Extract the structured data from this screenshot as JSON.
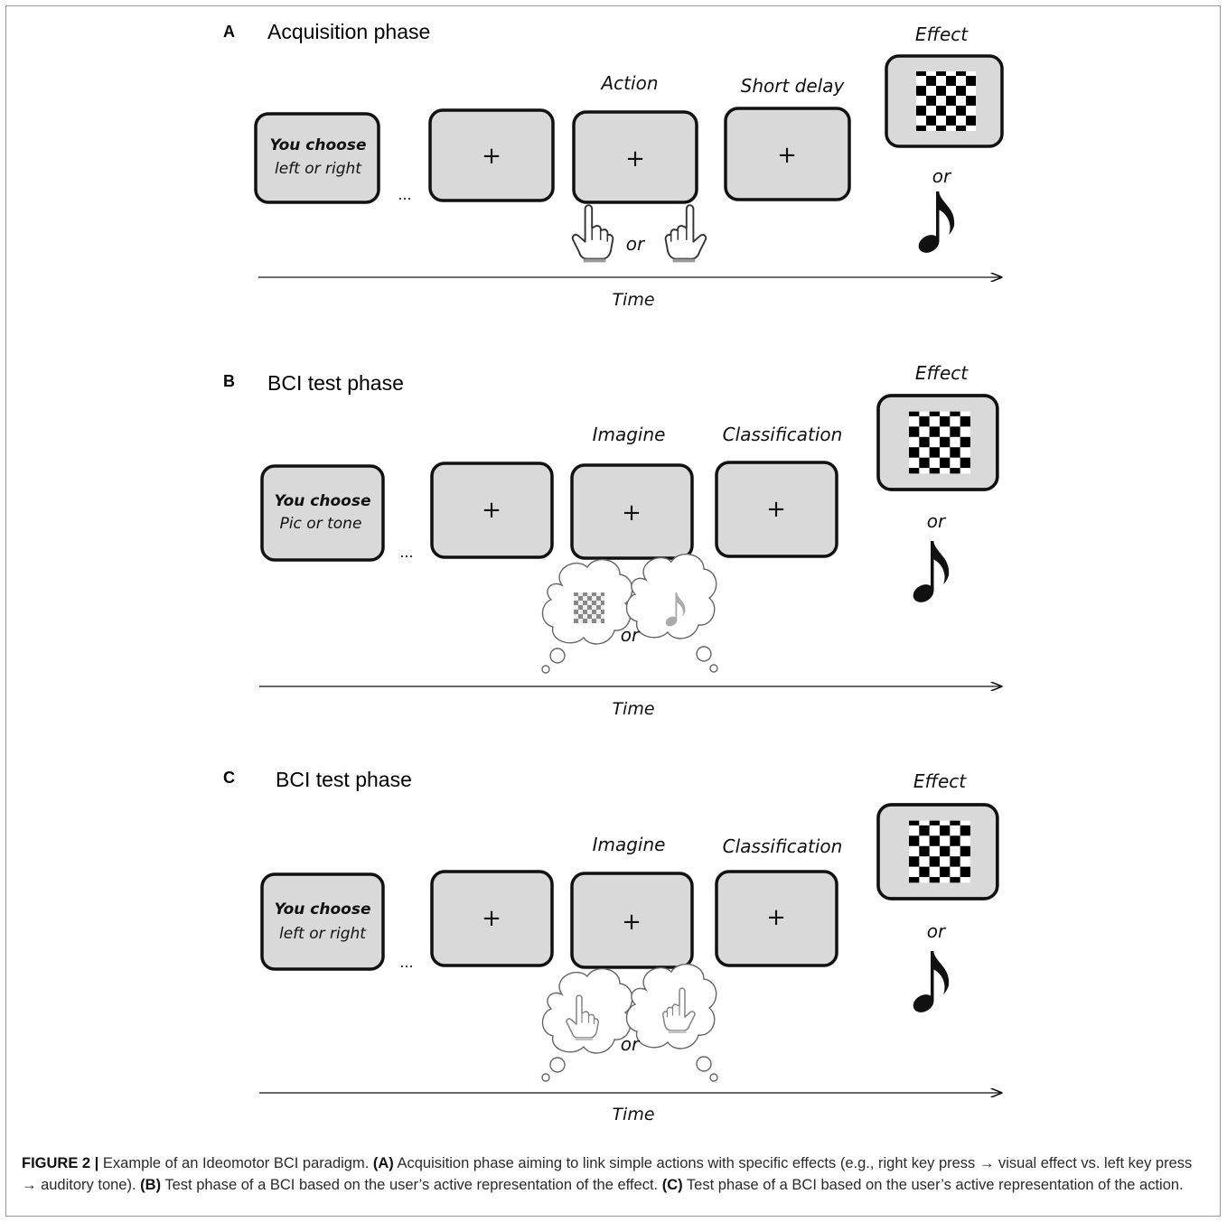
{
  "panels": [
    {
      "letter": "A",
      "title": "Acquisition phase",
      "choose_bold": "You choose",
      "choose_text": "left or right",
      "ellipsis": "...",
      "step3_label": "Action",
      "step4_label": "Short delay",
      "fixation": "+",
      "effect_label": "Effect",
      "or": "or",
      "time_label": "Time",
      "response_icon": "pointing-hand-icon"
    },
    {
      "letter": "B",
      "title": "BCI test phase",
      "choose_bold": "You choose",
      "choose_text": "Pic or tone",
      "ellipsis": "...",
      "step3_label": "Imagine",
      "step4_label": "Classification",
      "fixation": "+",
      "effect_label": "Effect",
      "or": "or",
      "time_label": "Time",
      "response_icon": "thought-bubble-icon"
    },
    {
      "letter": "C",
      "title": "BCI test phase",
      "choose_bold": "You choose",
      "choose_text": "left or right",
      "ellipsis": "...",
      "step3_label": "Imagine",
      "step4_label": "Classification",
      "fixation": "+",
      "effect_label": "Effect",
      "or": "or",
      "time_label": "Time",
      "response_icon": "thought-bubble-icon"
    }
  ],
  "caption": {
    "fig_label": "FIGURE 2 |",
    "intro": "Example of an Ideomotor BCI paradigm.",
    "a_label": "(A)",
    "a_text": "Acquisition phase aiming to link simple actions with specific effects (e.g., right key press → visual effect vs. left key press → auditory tone).",
    "b_label": "(B)",
    "b_text": "Test phase of a BCI based on the user’s active representation of the effect.",
    "c_label": "(C)",
    "c_text": "Test phase of a BCI based on the user’s active representation of the action."
  },
  "colors": {
    "screen_fill": "#d9d9d9",
    "screen_stroke": "#111111",
    "checker_dark": "#000000",
    "faded_icon": "#b8b8b8"
  }
}
